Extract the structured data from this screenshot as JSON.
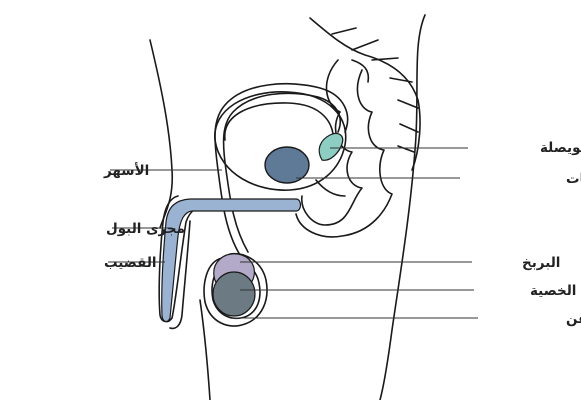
{
  "labels": {
    "seminal_vesicle": "الحويصلة",
    "vas_deferens": "الأسهر",
    "prostate": "غدة البروستات",
    "urethra": "مجرى البول",
    "penis": "القضيب",
    "epididymis": "البربخ",
    "testis": "الخصية",
    "scrotum": "كيس الصفن"
  },
  "colors": {
    "urethra": "#9bb3d2",
    "prostate": "#5f7a96",
    "seminal_vesicle": "#8ccfc2",
    "epididymis": "#b3aac9",
    "testis": "#6c7b83"
  }
}
